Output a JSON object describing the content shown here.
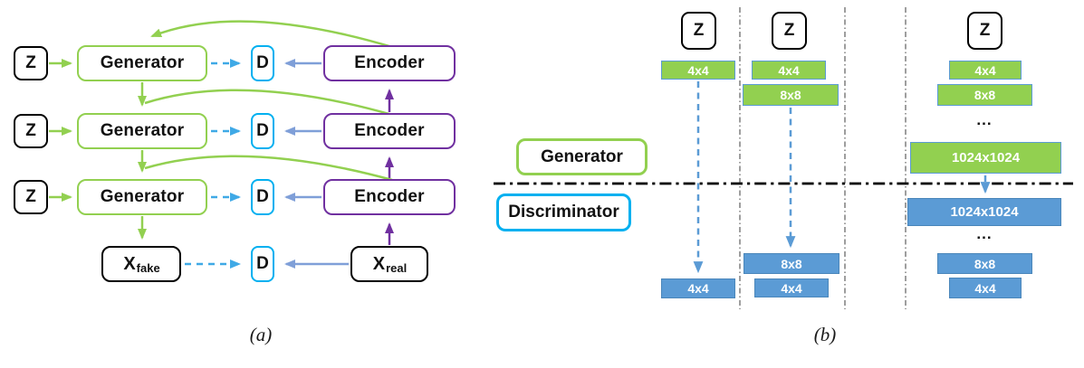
{
  "colors": {
    "green": "#92d050",
    "purple": "#7030a0",
    "cyan": "#00b0f0",
    "dashed_arrow_blue": "#3fa9e6",
    "solid_arrow_blue": "#7f9fd8",
    "box_blue": "#5b9bd5",
    "separator_black": "#000000"
  },
  "panel_a": {
    "caption": "(a)",
    "rows": [
      {
        "z": "Z",
        "generator": "Generator",
        "d": "D",
        "encoder": "Encoder"
      },
      {
        "z": "Z",
        "generator": "Generator",
        "d": "D",
        "encoder": "Encoder"
      },
      {
        "z": "Z",
        "generator": "Generator",
        "d": "D",
        "encoder": "Encoder"
      }
    ],
    "bottom": {
      "x_fake_base": "X",
      "x_fake_sub": "fake",
      "d": "D",
      "x_real_base": "X",
      "x_real_sub": "real"
    }
  },
  "panel_b": {
    "caption": "(b)",
    "legend": {
      "generator": "Generator",
      "discriminator": "Discriminator"
    },
    "columns": [
      {
        "z": "Z",
        "generator_boxes": [
          "4x4"
        ],
        "discriminator_boxes": [
          "4x4"
        ]
      },
      {
        "z": "Z",
        "generator_boxes": [
          "4x4",
          "8x8"
        ],
        "discriminator_boxes": [
          "8x8",
          "4x4"
        ]
      },
      {
        "z": "Z",
        "generator_boxes": [
          "4x4",
          "8x8",
          "1024x1024"
        ],
        "generator_ellipsis": "...",
        "discriminator_boxes": [
          "1024x1024",
          "8x8",
          "4x4"
        ],
        "discriminator_ellipsis": "..."
      }
    ]
  }
}
